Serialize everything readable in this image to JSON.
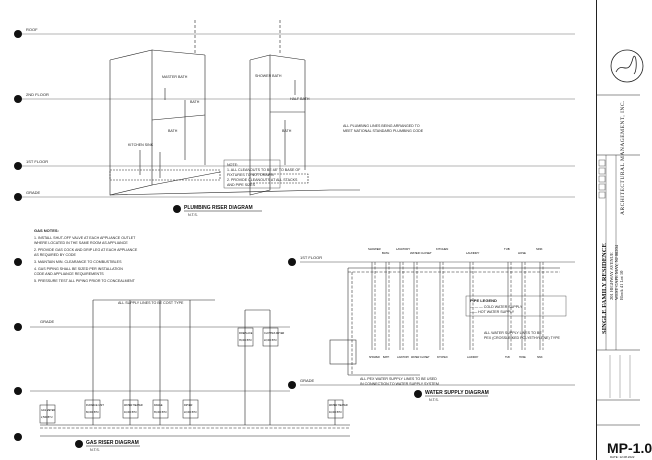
{
  "levels": {
    "roof": "ROOF",
    "floor2": "2ND FLOOR",
    "floor1": "1ST FLOOR",
    "grade": "GRADE"
  },
  "plumbing": {
    "title": "PLUMBING RISER DIAGRAM",
    "scale": "N.T.S.",
    "labels": [
      "MASTER BATH",
      "SHOWER BATH",
      "BATH",
      "BATH",
      "BATH",
      "HALF BATH",
      "KITCHEN SINK"
    ],
    "note_right": [
      "ALL PLUMBING LINES BEING ARRANGED TO",
      "MEET NATIONAL STANDARD PLUMBING CODE"
    ],
    "note_box": [
      "NOTE:",
      "1. ALL CLEANOUTS TO BE 48\" TO BASE OF",
      "   FIXTURES TO NOT DRAWN",
      "2. PROVIDE CLEANOUTS AT ALL STACKS",
      "   AND PIPE SIZES"
    ]
  },
  "gas": {
    "title": "GAS RISER DIAGRAM",
    "scale": "N.T.S.",
    "notes_title": "GAS NOTES:",
    "notes": [
      "1. INSTALL SHUT-OFF VALVE AT EACH APPLIANCE OUTLET",
      "   WHERE LOCATED IN THE SAME ROOM AS APPLIANCE",
      "2. PROVIDE GAS COCK AND DRIP LEG AT EACH APPLIANCE",
      "   AS REQUIRED BY CODE",
      "3. MAINTAIN MIN. CLEARANCE TO COMBUSTIBLES",
      "4. GAS PIPING SHALL BE SIZED PER INSTALLATION",
      "   CODE AND APPLIANCE REQUIREMENTS",
      "5. PRESSURE TEST ALL PIPING PRIOR TO CONCEALMENT"
    ],
    "supply_note": "ALL SUPPLY LINES TO BE COST TYPE",
    "appliances": [
      "GAS METER",
      "FURNACE UNIT",
      "WATER HEATER",
      "RANGE",
      "DRYER",
      "FIREPLACE",
      "CLOTHES DRYER",
      "WATER HEATER"
    ],
    "capacities": [
      "2,500 BTU",
      "80,000 BTU",
      "40,000 BTU",
      "65,000 BTU",
      "22,000 BTU",
      "35,000 BTU",
      "22,000 BTU",
      "40,000 BTU"
    ]
  },
  "water": {
    "title": "WATER SUPPLY DIAGRAM",
    "scale": "N.T.S.",
    "fixtures": [
      "SHOWER",
      "BATH",
      "LAVATORY",
      "WATER CLOSET",
      "KITCHEN",
      "LAUNDRY",
      "TUB",
      "HOSE",
      "SINK"
    ],
    "legend_title": "PIPE LEGEND",
    "legend": [
      "— — — COLD WATER SUPPLY",
      "—— HOT WATER SUPPLY"
    ],
    "note": [
      "ALL WATER SUPPLY LINES TO BE",
      "PEX (CROSSLINKED POLYETHYLENE) TYPE"
    ],
    "bottom_note": [
      "ALL PEX WATER SUPPLY LINES TO BE USED",
      "IN CONNECTION TO WATER SUPPLY SYSTEM"
    ]
  },
  "titleblock": {
    "project": "SINGLE FAMILY RESIDENCE",
    "address": [
      "201 HIGHWAY AVENUE",
      "WEST CAPE MAY, NJ 08204"
    ],
    "block": "Block 41 Lot 10",
    "firm": "ARCHITECTURAL MANAGEMENT, INC.",
    "sheet": "MP-1.0",
    "date": "DATE: 12.08.2022"
  }
}
